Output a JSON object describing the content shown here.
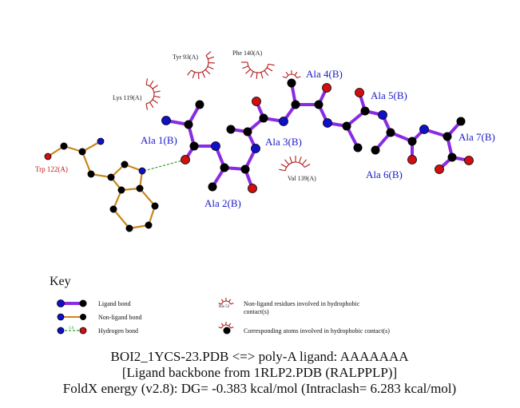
{
  "ligand_labels": [
    "Ala 1(B)",
    "Ala 2(B)",
    "Ala 3(B)",
    "Ala 4(B)",
    "Ala 5(B)",
    "Ala 6(B)",
    "Ala 7(B)"
  ],
  "hydrophobic_labels": [
    "Tyr 93(A)",
    "Phe 140(A)",
    "Lys 119(A)",
    "Val 139(A)"
  ],
  "hbond_residue": "Trp 122(A)",
  "key": {
    "title": "Key",
    "ligand_bond": "Ligand bond",
    "non_ligand_bond": "Non-ligand bond",
    "hydrogen_bond": "Hydrogen bond",
    "hbond_distance_mark": "3.0",
    "example_residue": "His 53",
    "hydrophobic_residues_line1": "Non-ligand residues involved in hydrophobic",
    "hydrophobic_residues_line2": "contact(s)",
    "hydrophobic_atoms": "Corresponding atoms involved in hydrophobic contact(s)"
  },
  "caption": {
    "line1": "BOI2_1YCS-23.PDB <=> poly-A ligand: AAAAAAA",
    "line2": "[Ligand backbone from 1RLP2.PDB (RALPPLP)]",
    "line3": "FoldX energy (v2.8): DG= -0.383 kcal/mol (Intraclash= 6.283 kcal/mol)"
  },
  "colors": {
    "ligand_bond": "#8a2be2",
    "non_ligand_bond": "#c8861e",
    "hydrogen_bond": "#2e9e2e",
    "nitrogen": "#1010c8",
    "oxygen": "#d01010",
    "carbon": "#000000",
    "hydrophobic_arc": "#b01a1a"
  }
}
